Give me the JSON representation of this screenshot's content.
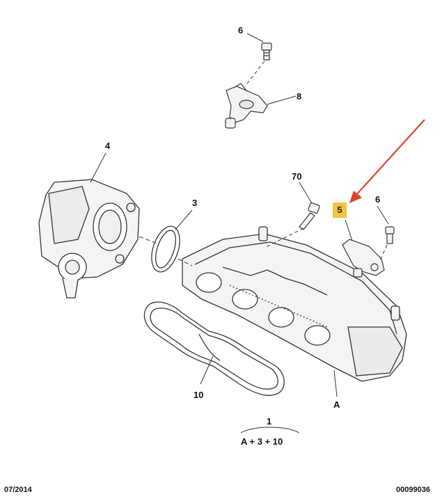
{
  "callouts": {
    "c6_top": "6",
    "c8": "8",
    "c4": "4",
    "c70": "70",
    "c3": "3",
    "c5": "5",
    "c6_right": "6",
    "c10": "10",
    "cA": "A"
  },
  "kit": {
    "number": "1",
    "formula": "A + 3 + 10"
  },
  "footer": {
    "date": "07/2014",
    "code": "00099036"
  },
  "colors": {
    "highlight": "#f5c242",
    "arrow": "#d9452b",
    "line": "#333333",
    "part_fill": "#f4f4f4"
  }
}
